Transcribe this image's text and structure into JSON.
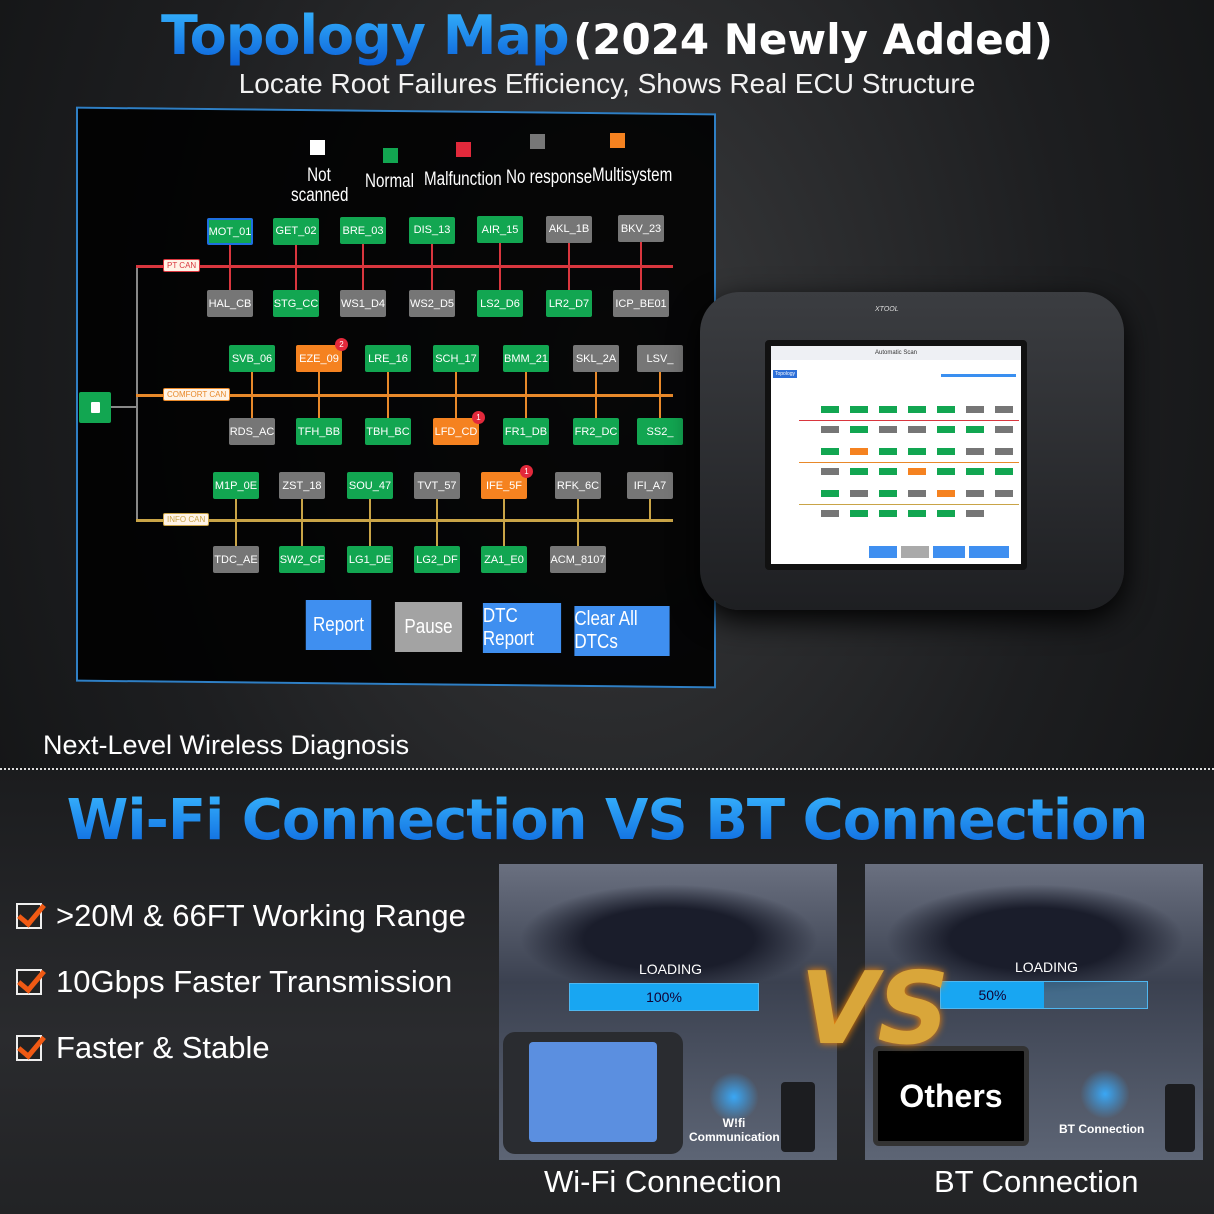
{
  "header": {
    "title": "Topology Map",
    "title_suffix": "(2024 Newly Added)",
    "tagline": "Locate Root Failures Efficiency, Shows Real ECU Structure"
  },
  "legend": [
    {
      "label": "Not scanned",
      "color": "#ffffff"
    },
    {
      "label": "Normal",
      "color": "#12a651"
    },
    {
      "label": "Malfunction",
      "color": "#e2293b"
    },
    {
      "label": "No response",
      "color": "#777777"
    },
    {
      "label": "Multisystem",
      "color": "#f58220"
    }
  ],
  "status_colors": {
    "normal": "#12a651",
    "noresp": "#767676",
    "multi": "#f58220",
    "selected_border": "#1e6fe0"
  },
  "buses": [
    {
      "label": "PT CAN",
      "color": "#d9363e",
      "top": [
        {
          "id": "MOT_01",
          "s": "normal",
          "sel": true
        },
        {
          "id": "GET_02",
          "s": "normal"
        },
        {
          "id": "BRE_03",
          "s": "normal"
        },
        {
          "id": "DIS_13",
          "s": "normal"
        },
        {
          "id": "AIR_15",
          "s": "normal"
        },
        {
          "id": "AKL_1B",
          "s": "noresp"
        },
        {
          "id": "BKV_23",
          "s": "noresp"
        }
      ],
      "bottom": [
        {
          "id": "HAL_CB",
          "s": "noresp"
        },
        {
          "id": "STG_CC",
          "s": "normal"
        },
        {
          "id": "WS1_D4",
          "s": "noresp"
        },
        {
          "id": "WS2_D5",
          "s": "noresp"
        },
        {
          "id": "LS2_D6",
          "s": "normal"
        },
        {
          "id": "LR2_D7",
          "s": "normal"
        },
        {
          "id": "ICP_BE01",
          "s": "noresp"
        }
      ]
    },
    {
      "label": "COMFORT CAN",
      "color": "#e8892a",
      "top": [
        {
          "id": "SVB_06",
          "s": "normal"
        },
        {
          "id": "EZE_09",
          "s": "multi",
          "badge": "2"
        },
        {
          "id": "LRE_16",
          "s": "normal"
        },
        {
          "id": "SCH_17",
          "s": "normal"
        },
        {
          "id": "BMM_21",
          "s": "normal"
        },
        {
          "id": "SKL_2A",
          "s": "noresp"
        },
        {
          "id": "LSV_",
          "s": "noresp"
        }
      ],
      "bottom": [
        {
          "id": "RDS_AC",
          "s": "noresp"
        },
        {
          "id": "TFH_BB",
          "s": "normal"
        },
        {
          "id": "TBH_BC",
          "s": "normal"
        },
        {
          "id": "LFD_CD",
          "s": "multi",
          "badge": "1"
        },
        {
          "id": "FR1_DB",
          "s": "normal"
        },
        {
          "id": "FR2_DC",
          "s": "normal"
        },
        {
          "id": "SS2_",
          "s": "normal"
        }
      ]
    },
    {
      "label": "INFO CAN",
      "color": "#c9a447",
      "top": [
        {
          "id": "M1P_0E",
          "s": "normal"
        },
        {
          "id": "ZST_18",
          "s": "noresp"
        },
        {
          "id": "SOU_47",
          "s": "normal"
        },
        {
          "id": "TVT_57",
          "s": "noresp"
        },
        {
          "id": "IFE_5F",
          "s": "multi",
          "badge": "1"
        },
        {
          "id": "RFK_6C",
          "s": "noresp"
        },
        {
          "id": "IFI_A7",
          "s": "noresp"
        }
      ],
      "bottom": [
        {
          "id": "TDC_AE",
          "s": "noresp"
        },
        {
          "id": "SW2_CF",
          "s": "normal"
        },
        {
          "id": "LG1_DE",
          "s": "normal"
        },
        {
          "id": "LG2_DF",
          "s": "normal"
        },
        {
          "id": "ZA1_E0",
          "s": "normal"
        },
        {
          "id": "ACM_8107",
          "s": "noresp"
        }
      ]
    }
  ],
  "actions": {
    "report": "Report",
    "pause": "Pause",
    "dtc_report": "DTC Report",
    "clear": "Clear All DTCs"
  },
  "device": {
    "brand": "XTOOL",
    "screen_title": "Automatic Scan",
    "tab": "Topology"
  },
  "section2": {
    "lead": "Next-Level Wireless Diagnosis",
    "title": "Wi-Fi Connection VS BT Connection",
    "features": [
      ">20M & 66FT Working Range",
      "10Gbps Faster Transmission",
      "Faster & Stable"
    ]
  },
  "compare": {
    "vs": "VS",
    "wifi": {
      "loading": "LOADING",
      "progress": 100,
      "progress_label": "100%",
      "link": "W!fi Communication",
      "caption": "Wi-Fi Connection"
    },
    "bt": {
      "loading": "LOADING",
      "progress": 50,
      "progress_label": "50%",
      "device": "Others",
      "link": "BT Connection",
      "caption": "BT Connection"
    }
  }
}
